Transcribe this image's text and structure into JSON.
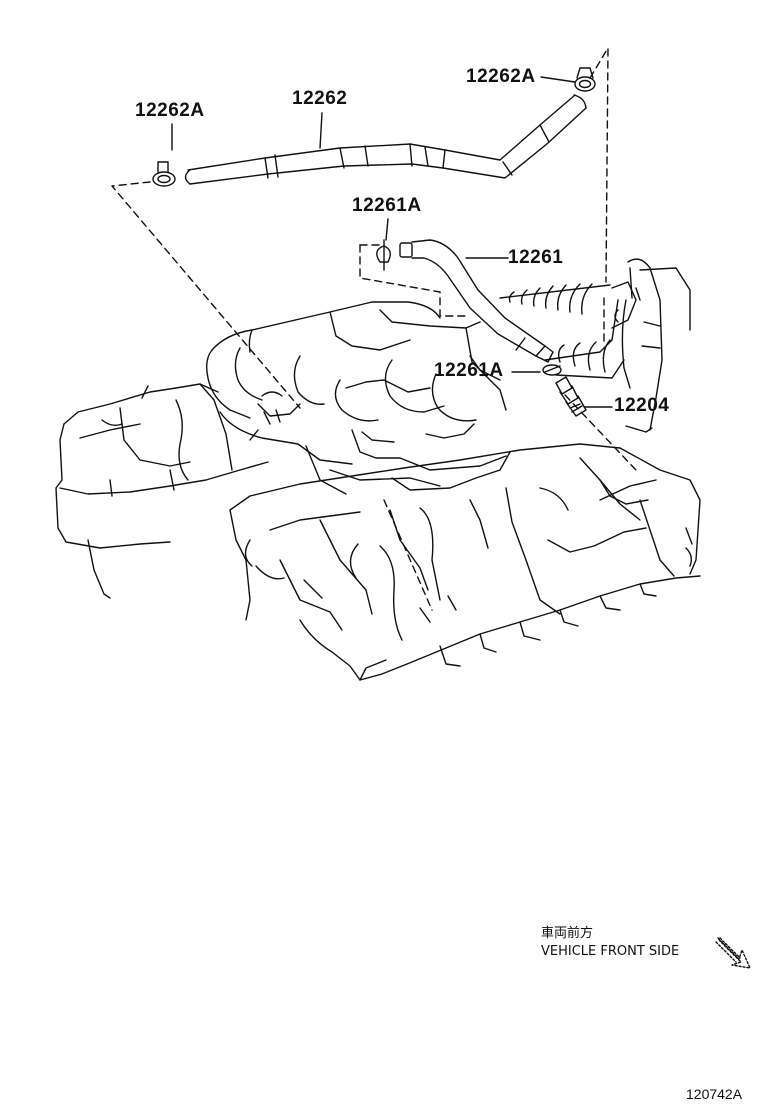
{
  "labels": {
    "clamp_left": "12262A",
    "hose_upper": "12262",
    "clamp_right": "12262A",
    "clip_upper": "12261A",
    "hose_pcv": "12261",
    "clip_lower": "12261A",
    "valve_pcv": "12204"
  },
  "orientation": {
    "jp": "車両前方",
    "en": "VEHICLE FRONT SIDE"
  },
  "figure_code": "120742A",
  "colors": {
    "line": "#111111",
    "background": "#ffffff"
  }
}
